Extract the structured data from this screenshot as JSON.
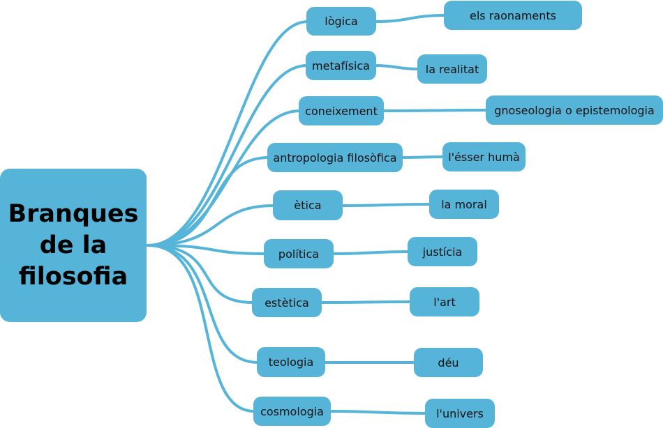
{
  "root": {
    "label": "Branques de la filosofia"
  },
  "branches": [
    {
      "label": "lògica",
      "leaf": "els raonaments"
    },
    {
      "label": "metafísica",
      "leaf": "la realitat"
    },
    {
      "label": "coneixement",
      "leaf": "gnoseologia o epistemologia"
    },
    {
      "label": "antropologia filosòfica",
      "leaf": "l'ésser humà"
    },
    {
      "label": "ètica",
      "leaf": "la moral"
    },
    {
      "label": "política",
      "leaf": "justícia"
    },
    {
      "label": "estètica",
      "leaf": "l'art"
    },
    {
      "label": "teologia",
      "leaf": "déu"
    },
    {
      "label": "cosmologia",
      "leaf": "l'univers"
    }
  ],
  "colors": {
    "node": "#56b4d9",
    "link": "#56b4d9",
    "text": "#111111"
  }
}
